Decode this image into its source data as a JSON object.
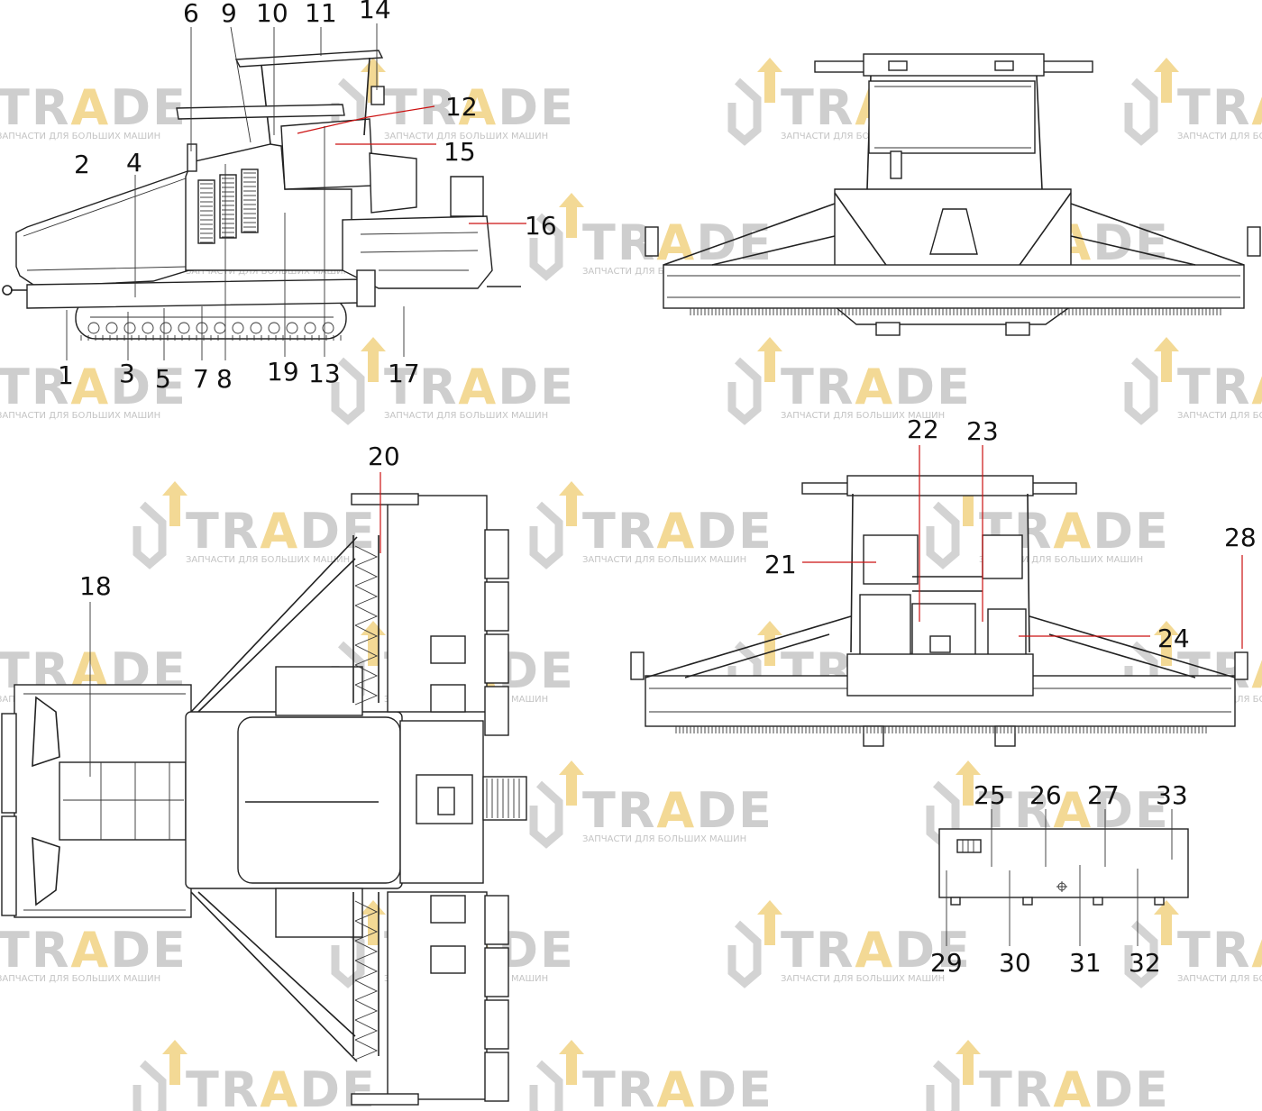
{
  "watermark": {
    "brand_prefix": "TR",
    "brand_accent": "A",
    "brand_suffix": "DE",
    "tagline": "ЗАПЧАСТИ ДЛЯ БОЛЬШИХ МАШИН",
    "accent_color": "#f2d58a",
    "gray_color": "#c9c9c9"
  },
  "callouts": {
    "c1": "1",
    "c2": "2",
    "c3": "3",
    "c4": "4",
    "c5": "5",
    "c6": "6",
    "c7": "7",
    "c8": "8",
    "c9": "9",
    "c10": "10",
    "c11": "11",
    "c12": "12",
    "c13": "13",
    "c14": "14",
    "c15": "15",
    "c16": "16",
    "c17": "17",
    "c18": "18",
    "c19": "19",
    "c20": "20",
    "c21": "21",
    "c22": "22",
    "c23": "23",
    "c24": "24",
    "c25": "25",
    "c26": "26",
    "c27": "27",
    "c28": "28",
    "c29": "29",
    "c30": "30",
    "c31": "31",
    "c32": "32",
    "c33": "33"
  },
  "leader_color": "#cc1111"
}
